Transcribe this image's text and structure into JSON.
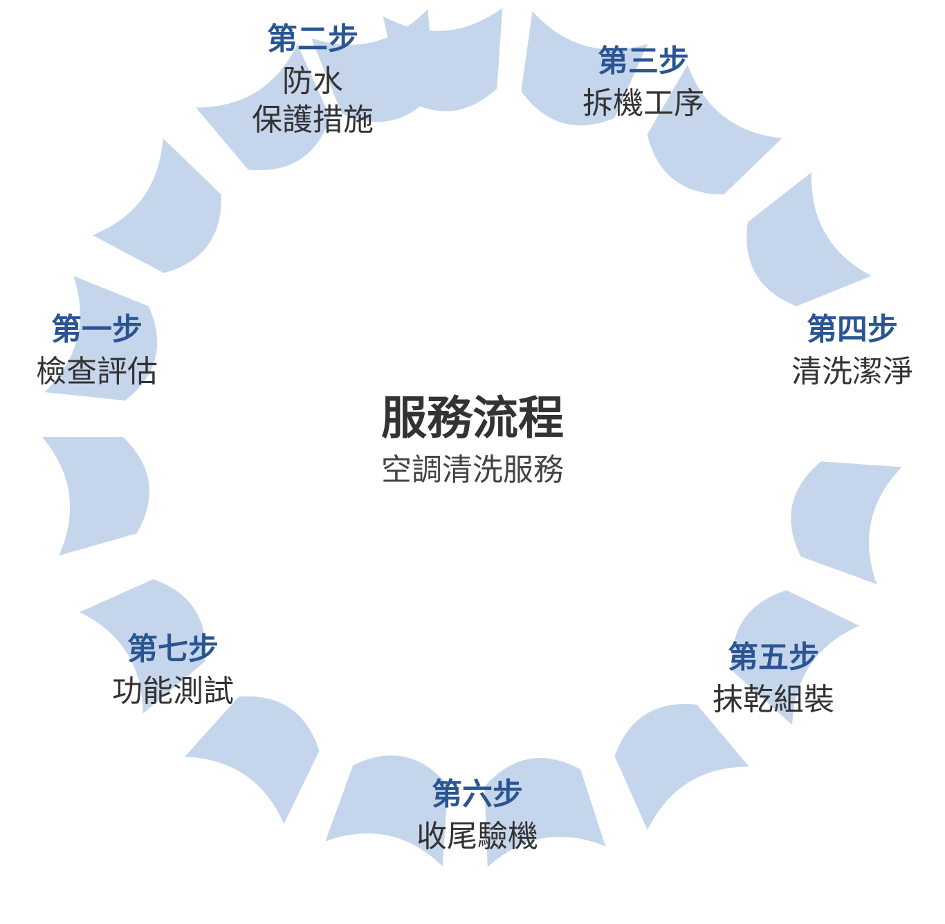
{
  "colors": {
    "ring": "#c5d6ec",
    "accent": "#2a5593",
    "text": "#333333"
  },
  "center": {
    "title": "服務流程",
    "subtitle": "空調清洗服務"
  },
  "steps": [
    {
      "label": "第一步",
      "name": "檢查評估"
    },
    {
      "label": "第二步",
      "name": "防水\n保護措施"
    },
    {
      "label": "第三步",
      "name": "拆機工序"
    },
    {
      "label": "第四步",
      "name": "清洗潔淨"
    },
    {
      "label": "第五步",
      "name": "抹乾組裝"
    },
    {
      "label": "第六步",
      "name": "收尾驗機"
    },
    {
      "label": "第七步",
      "name": "功能測試"
    }
  ]
}
